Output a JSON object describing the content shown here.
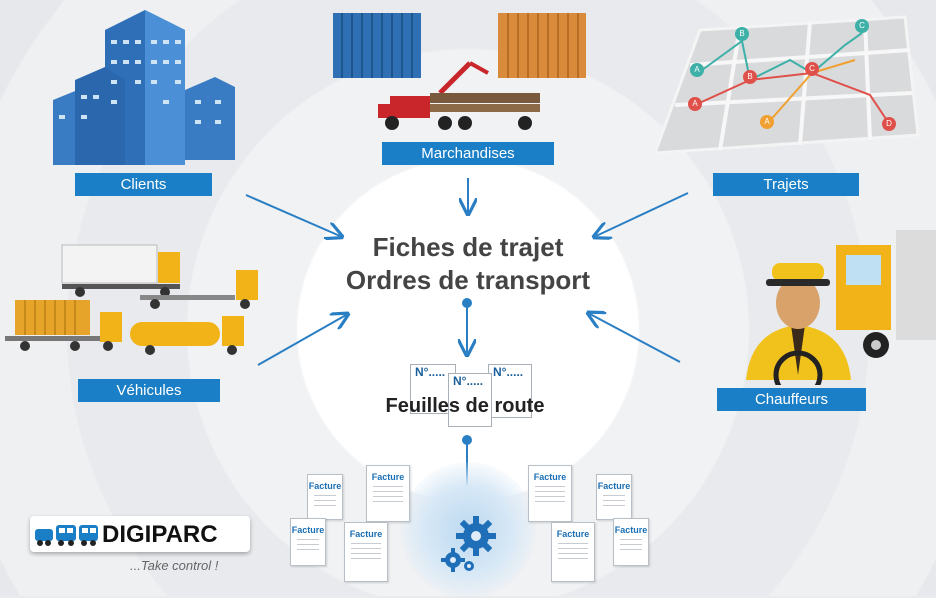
{
  "labels": {
    "clients": "Clients",
    "marchandises": "Marchandises",
    "trajets": "Trajets",
    "vehicules": "Véhicules",
    "chauffeurs": "Chauffeurs"
  },
  "center": {
    "line1": "Fiches de trajet",
    "line2": "Ordres de transport",
    "feuilles": "Feuilles de route",
    "numero": "N°.....",
    "facture": "Facture"
  },
  "map_markers": [
    "A",
    "B",
    "C",
    "B",
    "C",
    "A",
    "A",
    "D"
  ],
  "logo": {
    "name": "DIGIPARC",
    "tagline": "...Take control !"
  },
  "colors": {
    "label_blue": "#1a7fc6",
    "arrow_blue": "#2a7fc4",
    "truck_yellow": "#f2b318",
    "container_blue": "#2f6fb4",
    "container_orange": "#d98a3a"
  }
}
